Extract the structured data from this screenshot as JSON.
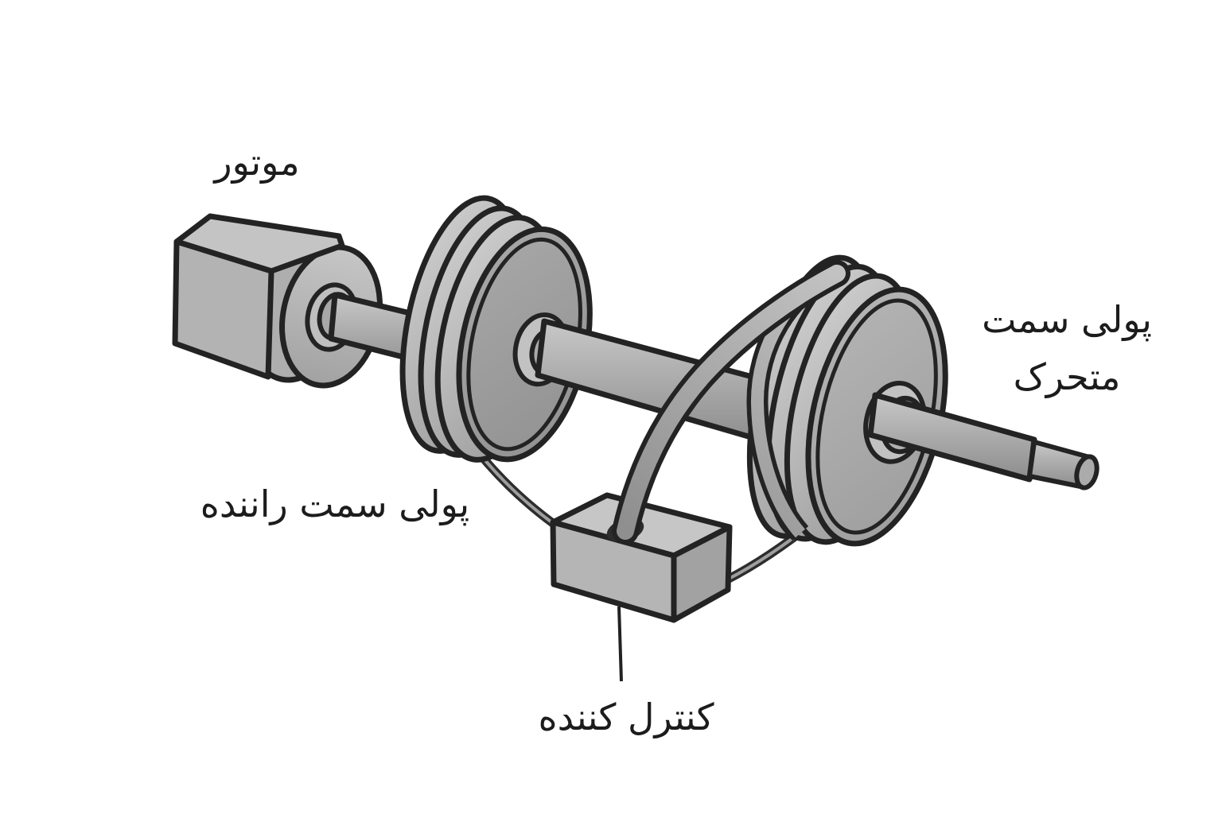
{
  "diagram": {
    "type": "mechanical-belt-drive",
    "labels": {
      "motor": "موتور",
      "driver_pulley": "پولی سمت راننده",
      "driven_pulley_line1": "پولی سمت",
      "driven_pulley_line2": "متحرک",
      "controller": "کنترل کننده"
    },
    "colors": {
      "background": "#ffffff",
      "outline": "#232323",
      "metal_light": "#cecece",
      "metal_mid": "#b2b2b2",
      "metal_dark": "#989898",
      "text": "#1c1c1c"
    }
  }
}
